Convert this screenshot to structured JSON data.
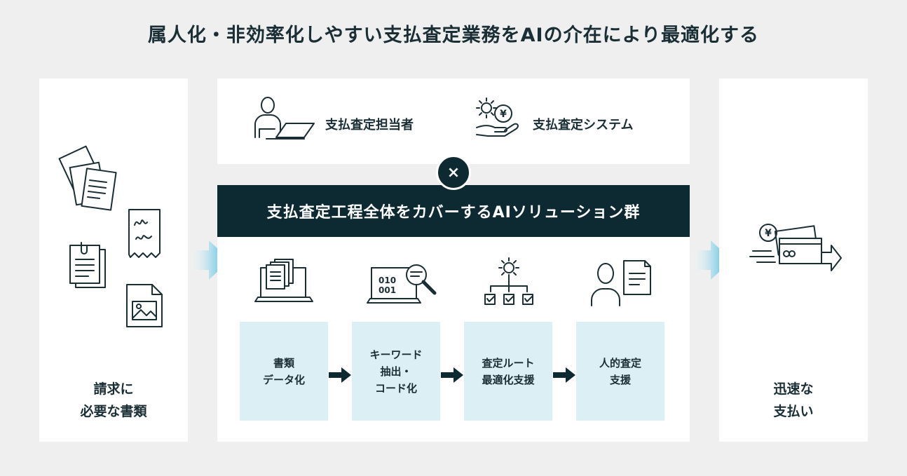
{
  "title": "属人化・非効率化しやすい支払査定業務をAIの介在により最適化する",
  "left_panel": {
    "label": "請求に\n必要な書類"
  },
  "roles": [
    {
      "label": "支払査定担当者",
      "icon": "person-laptop-icon"
    },
    {
      "label": "支払査定システム",
      "icon": "gear-yen-hand-icon"
    }
  ],
  "combine_symbol": "×",
  "solution_band": {
    "label": "支払査定工程全体をカバーするAIソリューション群"
  },
  "steps": [
    {
      "label": "書類\nデータ化",
      "icon": "documents-laptop-icon"
    },
    {
      "label": "キーワード\n抽出・\nコード化",
      "icon": "binary-search-laptop-icon"
    },
    {
      "label": "査定ルート\n最適化支援",
      "icon": "gear-checklist-icon"
    },
    {
      "label": "人的査定\n支援",
      "icon": "person-document-icon"
    }
  ],
  "binary_text": {
    "line1": "010",
    "line2": "001"
  },
  "yen_symbol": "¥",
  "right_panel": {
    "label": "迅速な\n支払い"
  },
  "colors": {
    "dark": "#0d2a33",
    "step_fill": "#dbeff5",
    "arrow_cyan": "#1aa9d8",
    "background": "#efefef"
  }
}
